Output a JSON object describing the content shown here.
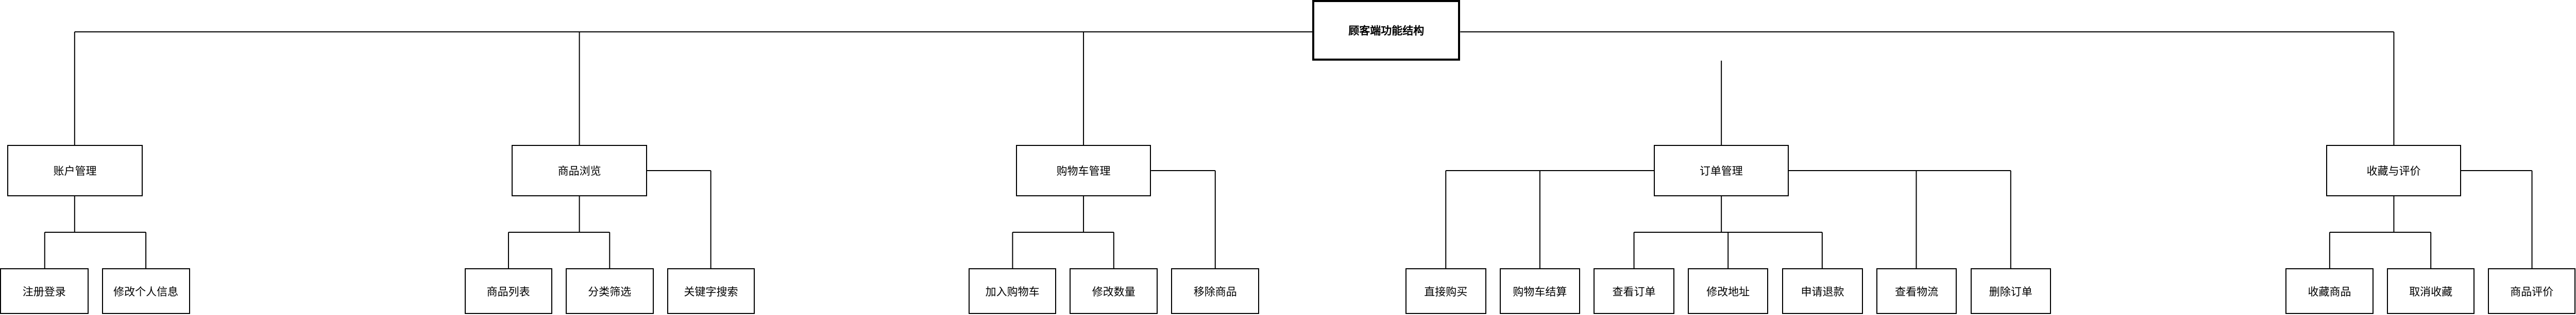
{
  "root": {
    "label": "顾客端功能结构"
  },
  "modules": [
    {
      "label": "账户管理",
      "children": [
        "注册登录",
        "修改个人信息"
      ]
    },
    {
      "label": "商品浏览",
      "children": [
        "商品列表",
        "分类筛选",
        "关键字搜索"
      ]
    },
    {
      "label": "购物车管理",
      "children": [
        "加入购物车",
        "修改数量",
        "移除商品"
      ]
    },
    {
      "label": "订单管理",
      "children": [
        "直接购买",
        "购物车结算",
        "查看订单",
        "修改地址",
        "申请退款",
        "查看物流",
        "删除订单"
      ]
    },
    {
      "label": "收藏与评价",
      "children": [
        "收藏商品",
        "取消收藏",
        "商品评价"
      ]
    }
  ],
  "colors": {
    "stroke": "#000000",
    "background": "#ffffff"
  }
}
